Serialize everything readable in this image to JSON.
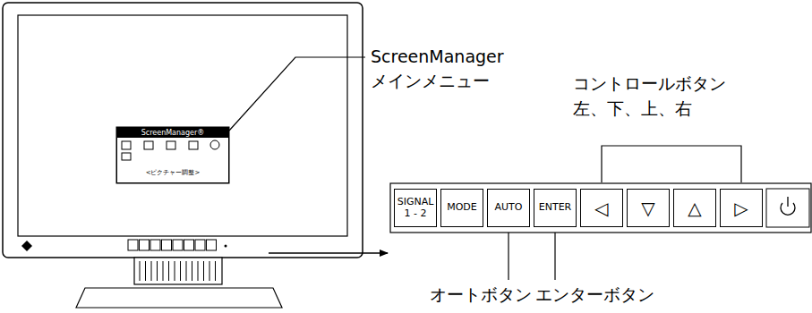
{
  "diagram": {
    "nodes": [
      {
        "text": [
          "ScreenManager®",
          "<ピクチャー調整>"
        ]
      },
      {
        "text": [
          "SIGNAL 1 - 2"
        ]
      },
      {
        "text": [
          "MODE"
        ]
      },
      {
        "text": [
          "AUTO"
        ]
      },
      {
        "text": [
          "ENTER"
        ]
      },
      {
        "text": [
          "◁"
        ]
      },
      {
        "text": [
          "▽"
        ]
      },
      {
        "text": [
          "△"
        ]
      },
      {
        "text": [
          "▷"
        ]
      }
    ],
    "labels": [
      "ScreenManager メインメニュー",
      "コントロールボタン",
      "左、下、上、右",
      "オートボタン",
      "エンターボタン"
    ]
  }
}
